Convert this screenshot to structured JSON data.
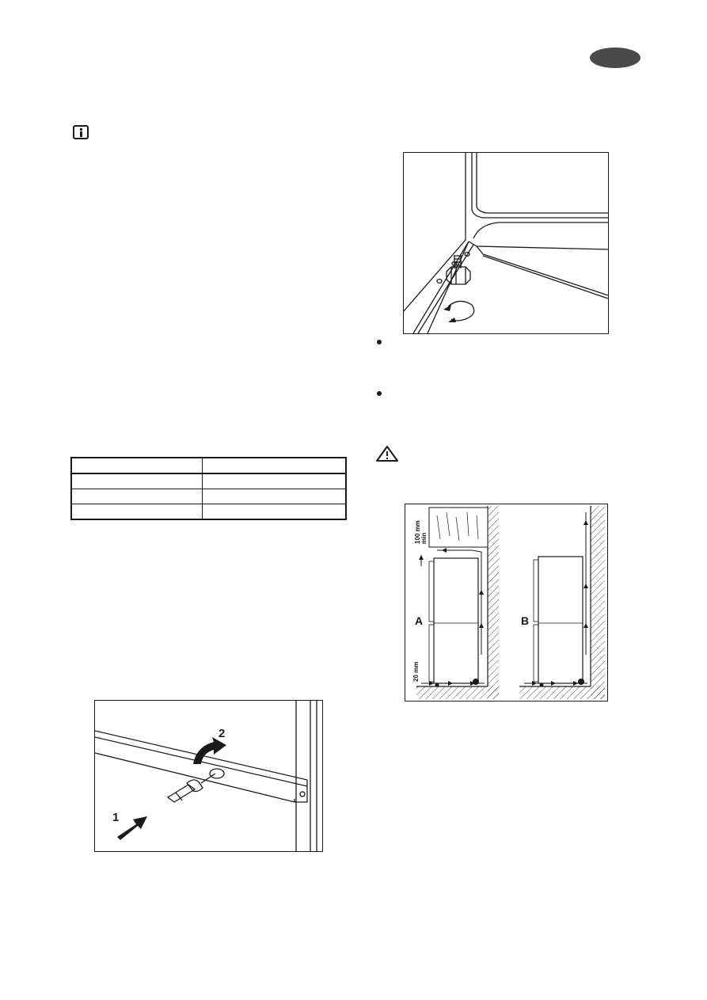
{
  "header": {
    "language_tab_color": "#4a4a4a"
  },
  "icons": {
    "info": "info-icon",
    "warning": "warning-triangle-icon",
    "bullet": "bullet-dot"
  },
  "figure_leveling_plate": {
    "label_step1": "1",
    "label_step2": "2"
  },
  "figure_adjustable_foot": {
    "description_icons": [
      "adjustable-foot-icon",
      "rotation-arrow-icon"
    ]
  },
  "figure_ventilation": {
    "label_a": "A",
    "label_b": "B",
    "top_clearance": "100 mm",
    "top_clearance_min": "min",
    "bottom_clearance": "20 mm"
  },
  "spec_table": {
    "rows": [
      [
        "",
        ""
      ],
      [
        "",
        ""
      ],
      [
        "",
        ""
      ],
      [
        "",
        ""
      ]
    ]
  }
}
